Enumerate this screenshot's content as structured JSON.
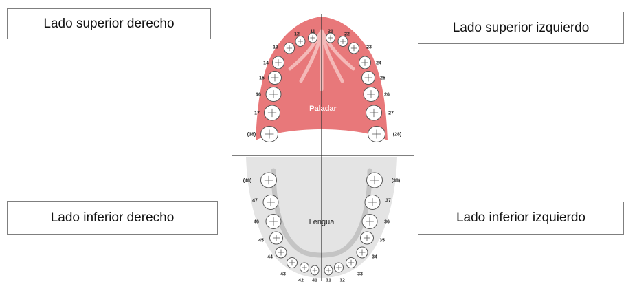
{
  "labels": {
    "upper_right": "Lado superior derecho",
    "upper_left": "Lado superior izquierdo",
    "lower_right": "Lado inferior derecho",
    "lower_left": "Lado inferior izquierdo"
  },
  "regions": {
    "palate": "Paladar",
    "tongue": "Lengua"
  },
  "colors": {
    "palate": "#e8787a",
    "tongue": "#d9d9d9",
    "tooth_outline": "#555555",
    "axis_line": "#333333"
  },
  "teeth": {
    "upper_right": [
      "11",
      "12",
      "13",
      "14",
      "15",
      "16",
      "17",
      "(18)"
    ],
    "upper_left": [
      "21",
      "22",
      "23",
      "24",
      "25",
      "26",
      "27",
      "(28)"
    ],
    "lower_right": [
      "41",
      "42",
      "43",
      "44",
      "45",
      "46",
      "47",
      "(48)"
    ],
    "lower_left": [
      "31",
      "32",
      "33",
      "34",
      "35",
      "36",
      "37",
      "(38)"
    ]
  }
}
